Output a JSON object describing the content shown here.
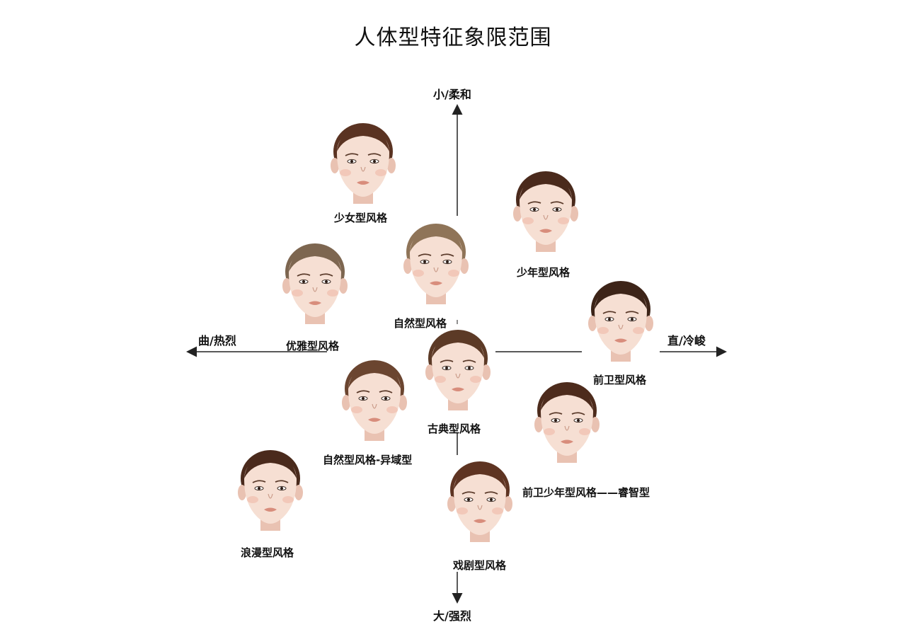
{
  "title": "人体型特征象限范围",
  "axes": {
    "top": "小/柔和",
    "bottom": "大/强烈",
    "left": "曲/热烈",
    "right": "直/冷峻"
  },
  "styles": [
    {
      "key": "shaonv",
      "label": "少女型风格",
      "hair": "#5a3322"
    },
    {
      "key": "shaonian",
      "label": "少年型风格",
      "hair": "#4a2a1c"
    },
    {
      "key": "ziran",
      "label": "自然型风格",
      "hair": "#8f7458"
    },
    {
      "key": "youya",
      "label": "优雅型风格",
      "hair": "#7d6650"
    },
    {
      "key": "qianwei",
      "label": "前卫型风格",
      "hair": "#3d2418"
    },
    {
      "key": "gudian",
      "label": "古典型风格",
      "hair": "#5c3a26"
    },
    {
      "key": "ziran_yiyu",
      "label": "自然型风格-异域型",
      "hair": "#6b4530"
    },
    {
      "key": "qianwei_ruizhi",
      "label": "前卫少年型风格——睿智型",
      "hair": "#4d2b1c"
    },
    {
      "key": "langman",
      "label": "浪漫型风格",
      "hair": "#4a2a1c"
    },
    {
      "key": "xiju",
      "label": "戏剧型风格",
      "hair": "#5e3422"
    }
  ],
  "colors": {
    "skin": "#f6dfd3",
    "skin_shade": "#e9c2b2",
    "lip": "#d88d7c",
    "axis": "#222222"
  }
}
